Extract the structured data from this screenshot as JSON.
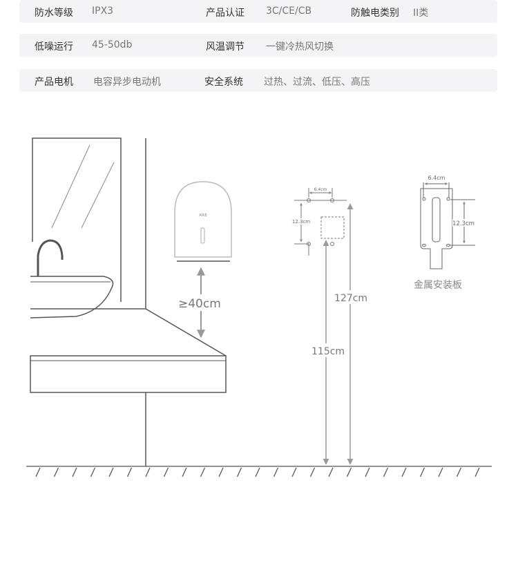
{
  "specs": [
    [
      {
        "label": "防水等级",
        "value": "IPX3"
      },
      {
        "label": "产品认证",
        "value": "3C/CE/CB"
      },
      {
        "label": "防触电类别",
        "value": "II类"
      }
    ],
    [
      {
        "label": "低噪运行",
        "value": "45-50db"
      },
      {
        "label": "风温调节",
        "value": "一键冷热风切换"
      }
    ],
    [
      {
        "label": "产品电机",
        "value": "电容异步电动机"
      },
      {
        "label": "安全系统",
        "value": "过热、过流、低压、高压"
      }
    ]
  ],
  "diagram": {
    "dryer_brand": "AIKE",
    "min_clearance": "≥40cm",
    "height_top": "127cm",
    "height_bottom": "115cm",
    "hole_width_small": "6.4cm",
    "hole_height_small": "12.3cm",
    "plate_width": "6.4cm",
    "plate_height": "12.3cm",
    "plate_caption": "金属安装板"
  }
}
